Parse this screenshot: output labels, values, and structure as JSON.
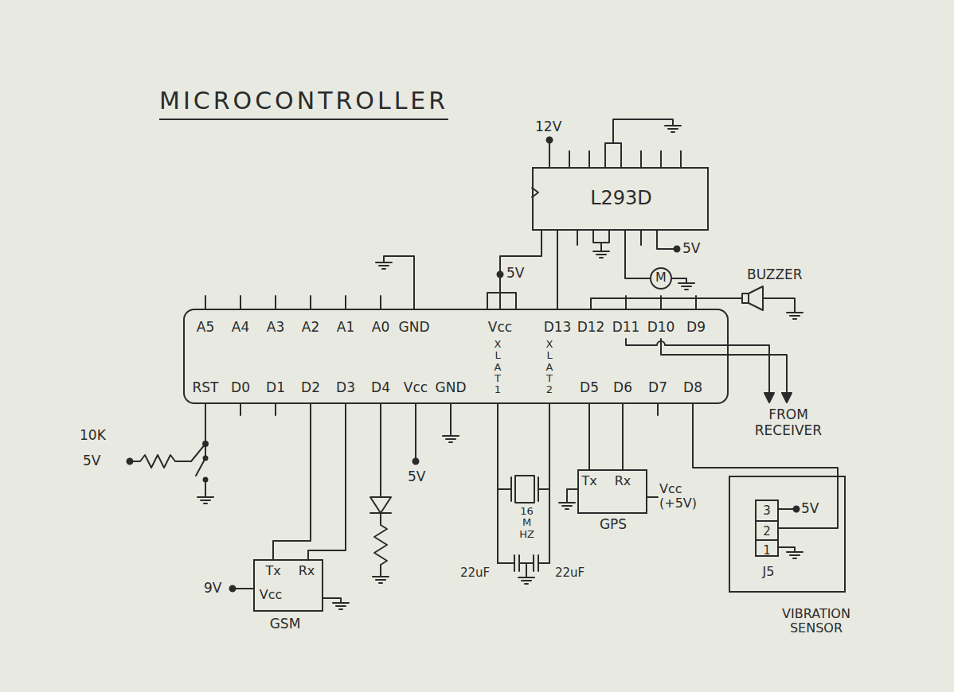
{
  "diagram": {
    "title": "MICROCONTROLLER",
    "nodes": [
      {
        "text": [
          "L293D"
        ]
      },
      {
        "text": [
          "M"
        ]
      },
      {
        "text": [
          "A5",
          "A4",
          "A3",
          "A2",
          "A1",
          "A0",
          "GND",
          "Vcc",
          "D13",
          "D12",
          "D11",
          "D10",
          "D9",
          "RST",
          "D0",
          "D1",
          "D2",
          "D3",
          "D4",
          "Vcc",
          "GND",
          "XLAT1",
          "XLAT2",
          "D5",
          "D6",
          "D7",
          "D8"
        ]
      },
      {
        "text": [
          "Tx",
          "Rx",
          "Vcc",
          "GSM"
        ]
      },
      {
        "text": [
          "Tx",
          "Rx",
          "GPS"
        ]
      },
      {
        "text": [
          "J5",
          "VIBRATION SENSOR"
        ]
      },
      {
        "text": [
          "3",
          "2",
          "1"
        ],
        "in": 5
      }
    ],
    "edges": [
      {
        "from": 0,
        "to": 2,
        "arrow": "none"
      },
      {
        "from": 0,
        "to": 2,
        "arrow": "none"
      },
      {
        "from": 0,
        "to": 1,
        "arrow": "none"
      },
      {
        "from": 3,
        "to": 2,
        "arrow": "none"
      },
      {
        "from": 3,
        "to": 2,
        "arrow": "none"
      },
      {
        "from": 4,
        "to": 2,
        "arrow": "none"
      },
      {
        "from": 4,
        "to": 2,
        "arrow": "none"
      },
      {
        "from": 2,
        "to": 6,
        "arrow": "none"
      }
    ],
    "labels": [
      "12V",
      "5V",
      "5V",
      "BUZZER",
      "FROM RECEIVER",
      "10K",
      "5V",
      "9V",
      "5V",
      "16 MHZ",
      "22uF",
      "22uF",
      "Vcc (+5V)",
      "5V"
    ]
  }
}
